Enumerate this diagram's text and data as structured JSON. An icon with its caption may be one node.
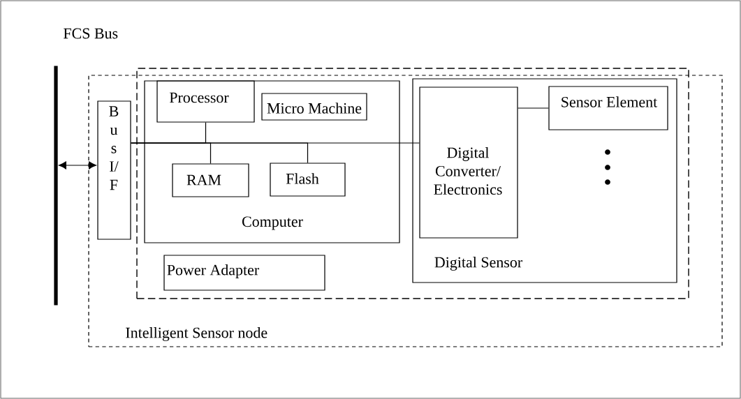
{
  "diagram": {
    "nodes": [
      {
        "text": [
          "FCS Bus"
        ]
      },
      {
        "text": [
          "Intelligent Sensor node"
        ]
      },
      {
        "text": [],
        "shape": "box",
        "in": 1
      },
      {
        "text": [
          "B u s I/ F"
        ],
        "in": 1
      },
      {
        "text": [
          "Computer"
        ],
        "in": 2
      },
      {
        "text": [
          "Processor"
        ],
        "in": 4
      },
      {
        "text": [
          "Micro Machine"
        ],
        "in": 4
      },
      {
        "text": [
          "RAM"
        ],
        "in": 4
      },
      {
        "text": [
          "Flash"
        ],
        "in": 4
      },
      {
        "text": [
          "Power Adapter"
        ],
        "in": 2
      },
      {
        "text": [
          "Digital Sensor"
        ],
        "in": 2
      },
      {
        "text": [
          "Digital Converter/ Electronics"
        ],
        "in": 10
      },
      {
        "text": [
          "Sensor Element"
        ],
        "in": 10
      }
    ],
    "edges": [
      {
        "from": 0,
        "to": 3,
        "arrow": "both"
      },
      {
        "from": 3,
        "to": 11,
        "arrow": "none"
      },
      {
        "from": 3,
        "to": 5,
        "arrow": "none"
      },
      {
        "from": 3,
        "to": 7,
        "arrow": "none"
      },
      {
        "from": 3,
        "to": 8,
        "arrow": "none"
      },
      {
        "from": 11,
        "to": 12,
        "arrow": "none"
      }
    ]
  }
}
